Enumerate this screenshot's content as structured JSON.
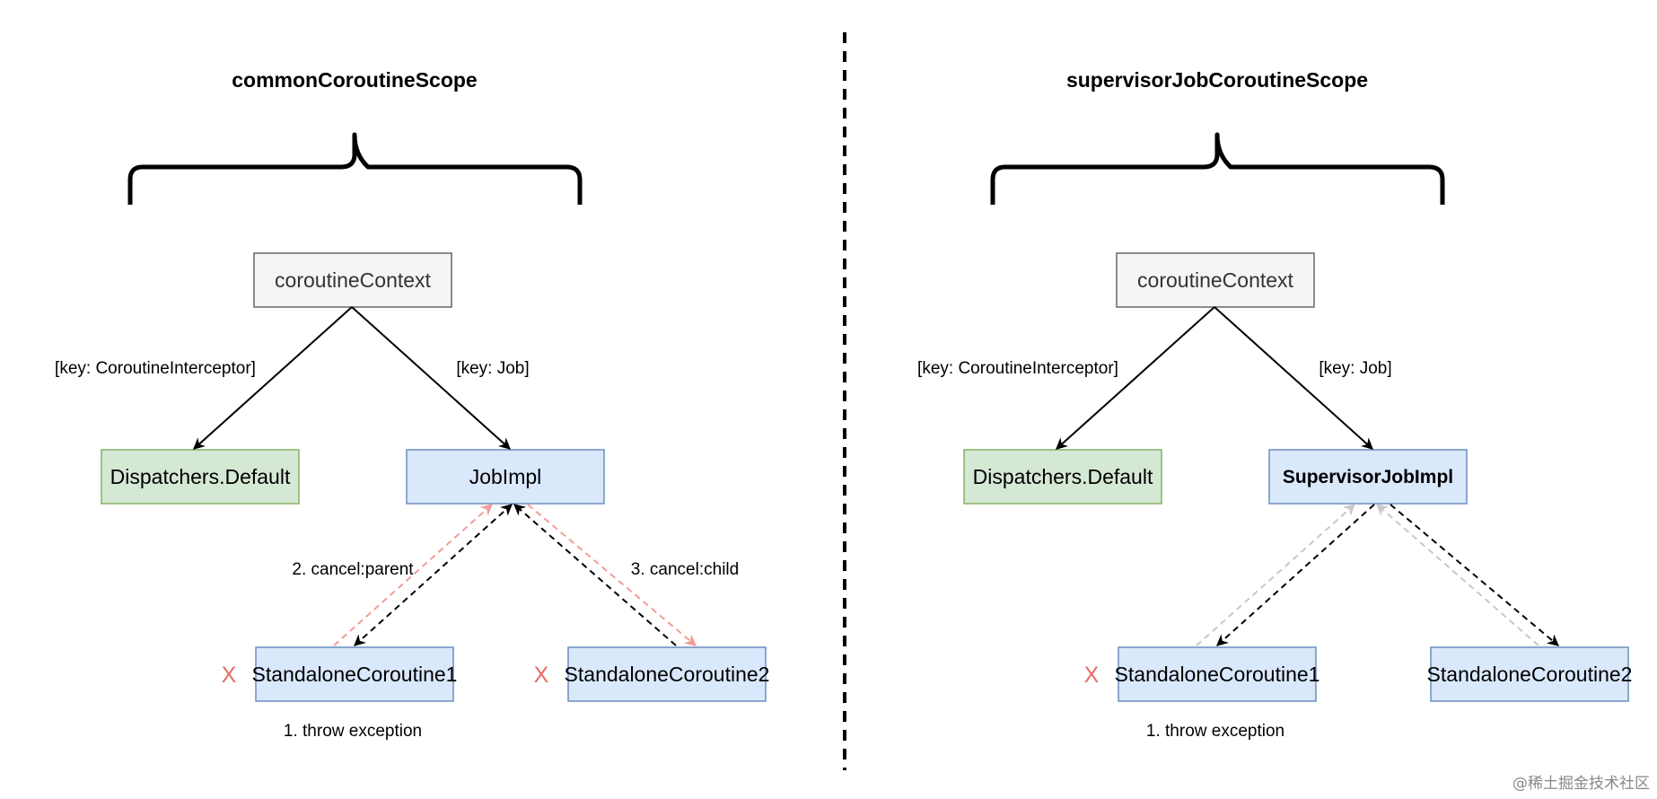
{
  "colors": {
    "context_fill": "#f5f5f5",
    "context_stroke": "#666666",
    "dispatcher_fill": "#d5e8d4",
    "dispatcher_stroke": "#82b366",
    "job_fill": "#dae8fc",
    "job_stroke": "#6c8ebf",
    "black_edge": "#000000",
    "red_edge": "#f19c99",
    "gray_edge": "#c8c8c8",
    "x_mark": "#ea6b66"
  },
  "left": {
    "title": "commonCoroutineScope",
    "context": "coroutineContext",
    "edge_interceptor": "[key: CoroutineInterceptor]",
    "edge_job": "[key: Job]",
    "dispatcher": "Dispatchers.Default",
    "job": "JobImpl",
    "child1": "StandaloneCoroutine1",
    "child2": "StandaloneCoroutine2",
    "cancel_parent": "2. cancel:parent",
    "cancel_child": "3. cancel:child",
    "throw": "1. throw exception",
    "x1": "X",
    "x2": "X"
  },
  "right": {
    "title": "supervisorJobCoroutineScope",
    "context": "coroutineContext",
    "edge_interceptor": "[key: CoroutineInterceptor]",
    "edge_job": "[key: Job]",
    "dispatcher": "Dispatchers.Default",
    "job": "SupervisorJobImpl",
    "child1": "StandaloneCoroutine1",
    "child2": "StandaloneCoroutine2",
    "throw": "1. throw exception",
    "x1": "X"
  },
  "watermark": "@稀土掘金技术社区"
}
